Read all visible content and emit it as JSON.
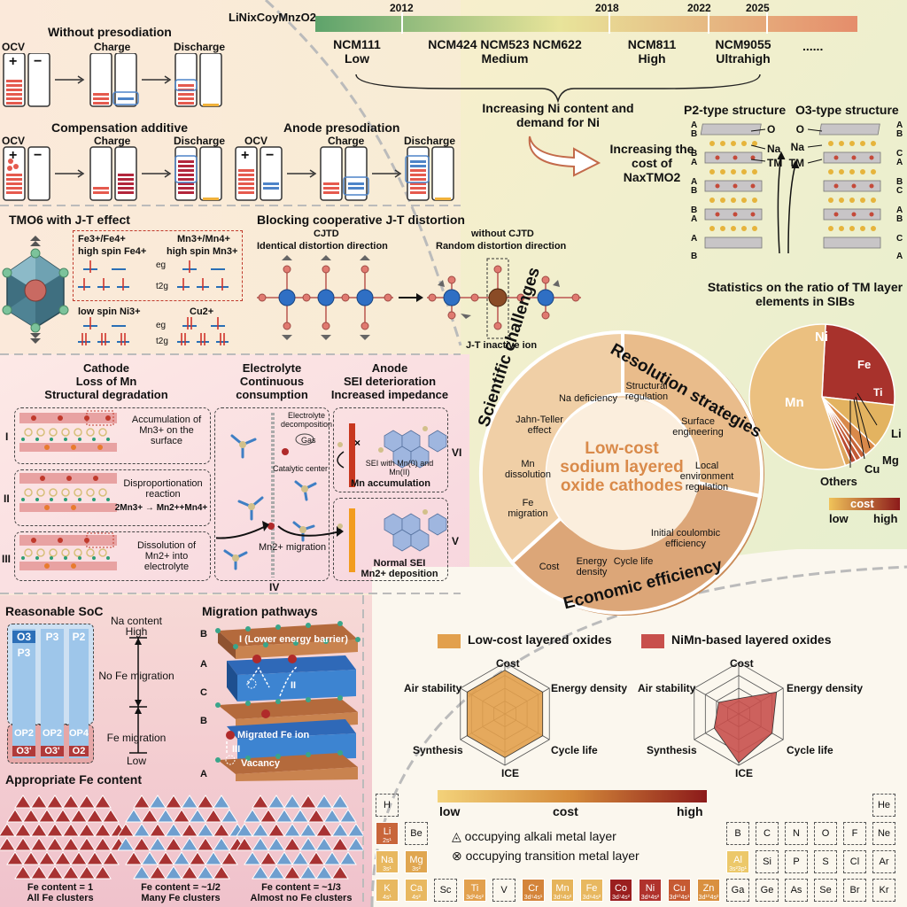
{
  "timeline": {
    "formula": "LiNixCoyMnzO2",
    "years": [
      "2012",
      "2018",
      "2022",
      "2025"
    ],
    "groups": [
      {
        "name": "NCM111",
        "level": "Low"
      },
      {
        "name": "NCM424 NCM523 NCM622",
        "level": "Medium"
      },
      {
        "name": "NCM811",
        "level": "High"
      },
      {
        "name": "NCM9055",
        "level": "Ultrahigh"
      },
      {
        "name": "......",
        "level": ""
      }
    ],
    "ni_text": "Increasing Ni content and demand for Ni",
    "cost_text": "Increasing the cost of NaxTMO2"
  },
  "presodiation": {
    "title_without": "Without presodiation",
    "title_comp": "Compensation additive",
    "title_anode": "Anode presodiation",
    "ocv": "OCV",
    "charge": "Charge",
    "discharge": "Discharge",
    "plus": "+",
    "minus": "−"
  },
  "structures": {
    "p2_title": "P2-type structure",
    "o3_title": "O3-type structure",
    "labels": [
      "O",
      "Na",
      "TM"
    ],
    "p2_stack": [
      "A",
      "B",
      "B",
      "A",
      "A",
      "B",
      "B",
      "A",
      "A",
      "B"
    ],
    "o3_stack": [
      "A",
      "B",
      "C",
      "A",
      "B",
      "C",
      "A",
      "B",
      "C",
      "A"
    ]
  },
  "jt": {
    "title": "TMO6 with J-T effect",
    "fe_label": "Fe3+/Fe4+",
    "fe_spin": "high spin Fe4+",
    "mn_label": "Mn3+/Mn4+",
    "mn_spin": "high spin Mn3+",
    "ni_label": "low spin Ni3+",
    "cu_label": "Cu2+",
    "eg": "eg",
    "t2g": "t2g"
  },
  "cjtd": {
    "title": "Blocking cooperative J-T distortion",
    "left_title": "CJTD",
    "left_sub": "Identical distortion direction",
    "right_title": "without CJTD",
    "right_sub": "Random distortion direction",
    "inactive": "J-T inactive ion"
  },
  "pie": {
    "title": "Statistics on the ratio of TM layer elements in SIBs",
    "slices": [
      {
        "label": "Ni",
        "value": 26,
        "color": "#a8322c"
      },
      {
        "label": "Fe",
        "value": 10,
        "color": "#e3b360"
      },
      {
        "label": "Ti",
        "value": 3,
        "color": "#d9894a"
      },
      {
        "label": "Li",
        "value": 1.2,
        "color": "#c7653a"
      },
      {
        "label": "Mg",
        "value": 1.2,
        "color": "#c25a35"
      },
      {
        "label": "Cu",
        "value": 1.2,
        "color": "#b94a30"
      },
      {
        "label": "Others",
        "value": 1.4,
        "color": "#dda35a"
      },
      {
        "label": "Mn",
        "value": 56,
        "color": "#ebc080"
      }
    ],
    "legend_title": "cost",
    "legend_low": "low",
    "legend_high": "high"
  },
  "degradation": {
    "cathode": [
      "Cathode",
      "Loss of Mn",
      "Structural degradation"
    ],
    "electrolyte": [
      "Electrolyte",
      "Continuous",
      "consumption"
    ],
    "anode": [
      "Anode",
      "SEI deterioration",
      "Increased impedance"
    ],
    "step1": "Accumulation of Mn3+ on the surface",
    "step2": "Disproportionation reaction",
    "step2_eq": "2Mn3+ → Mn2++Mn4+",
    "step3": "Dissolution of Mn2+ into electrolyte",
    "decomp": "Electrolyte decomposition",
    "gas": "Gas",
    "catalytic": "Catalytic center",
    "migration": "Mn2+ migration",
    "sei_mn": "SEI with Mn(0) and Mn(II)",
    "mn_acc": "Mn accumulation",
    "normal_sei": "Normal SEI",
    "deposition": "Mn2+ deposition",
    "roman": [
      "I",
      "II",
      "III",
      "IV",
      "V",
      "VI"
    ]
  },
  "circle": {
    "center": "Low-cost sodium layered oxide cathodes",
    "challenges_title": "Scientific challenges",
    "challenges": [
      "Na deficiency",
      "Jahn-Teller effect",
      "Mn dissolution",
      "Fe migration"
    ],
    "strategies_title": "Resolution strategies",
    "strategies": [
      "Structural regulation",
      "Surface engineering",
      "Local environment regulation"
    ],
    "economic_title": "Economic efficiency",
    "economic": [
      "Initial coulombic efficiency",
      "Cycle life",
      "Energy density",
      "Cost"
    ]
  },
  "soc": {
    "title": "Reasonable SoC",
    "phases_top": [
      "O3",
      "P3",
      "P2"
    ],
    "phase_sub": "P3",
    "phases_bot": [
      "OP2",
      "OP2",
      "OP4"
    ],
    "phases_bot2": [
      "O3'",
      "O3'",
      "O2"
    ],
    "na_content": "Na content",
    "high": "High",
    "low": "Low",
    "no_fe": "No Fe migration",
    "fe_mig": "Fe migration"
  },
  "migration": {
    "title": "Migration pathways",
    "stack": [
      "B",
      "A",
      "C",
      "B",
      "A"
    ],
    "path1": "I (Lower energy barrier)",
    "path2": "II",
    "path3": "III",
    "migrated": "Migrated Fe ion",
    "vacancy": "Vacancy"
  },
  "fe": {
    "title": "Appropriate Fe content",
    "items": [
      {
        "value": "Fe content = 1",
        "desc": "All Fe clusters"
      },
      {
        "value": "Fe content = ~1/2",
        "desc": "Many Fe clusters"
      },
      {
        "value": "Fe content = ~1/3",
        "desc": "Almost no Fe clusters"
      }
    ]
  },
  "radar": {
    "legend_a": "Low-cost layered oxides",
    "legend_b": "NiMn-based layered oxides",
    "axes": [
      "Cost",
      "Energy density",
      "Cycle life",
      "ICE",
      "Synthesis",
      "Air stability"
    ],
    "series": [
      {
        "name": "Low-cost layered oxides",
        "values": [
          0.85,
          0.85,
          0.85,
          0.85,
          0.85,
          0.85
        ],
        "color": "#e2a04d"
      },
      {
        "name": "NiMn-based layered oxides",
        "values": [
          0.3,
          0.85,
          0.75,
          0.95,
          0.55,
          0.45
        ],
        "color": "#c8504c"
      }
    ]
  },
  "periodic": {
    "cost_label": "cost",
    "low": "low",
    "high": "high",
    "legend_alkali": "occupying alkali metal layer",
    "legend_tm": "occupying transition metal layer"
  }
}
